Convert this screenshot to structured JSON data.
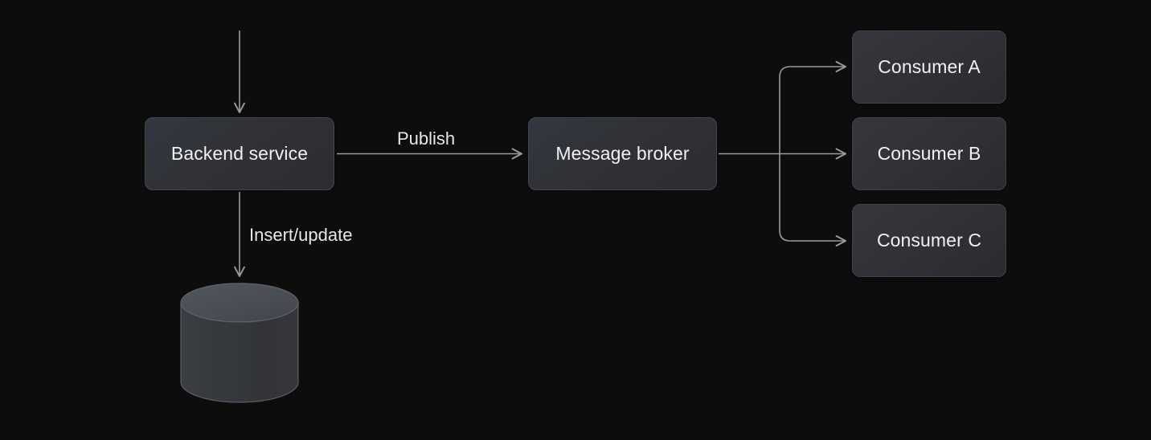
{
  "diagram": {
    "title": "Backend service publishing to message broker with consumers and database",
    "background_color": "#0d0d0e",
    "line_color": "#9a9a9e",
    "text_color": "#f1f1f3",
    "nodes": {
      "backend": {
        "label": "Backend service",
        "shape": "rounded-rect"
      },
      "broker": {
        "label": "Message broker",
        "shape": "rounded-rect"
      },
      "consumer_a": {
        "label": "Consumer A",
        "shape": "rounded-rect"
      },
      "consumer_b": {
        "label": "Consumer B",
        "shape": "rounded-rect"
      },
      "consumer_c": {
        "label": "Consumer C",
        "shape": "rounded-rect"
      },
      "database": {
        "label": "",
        "shape": "cylinder"
      }
    },
    "edges": {
      "incoming": {
        "label": ""
      },
      "publish": {
        "label": "Publish"
      },
      "insert_update": {
        "label": "Insert/update"
      },
      "fanout_a": {
        "label": ""
      },
      "fanout_b": {
        "label": ""
      },
      "fanout_c": {
        "label": ""
      }
    }
  }
}
